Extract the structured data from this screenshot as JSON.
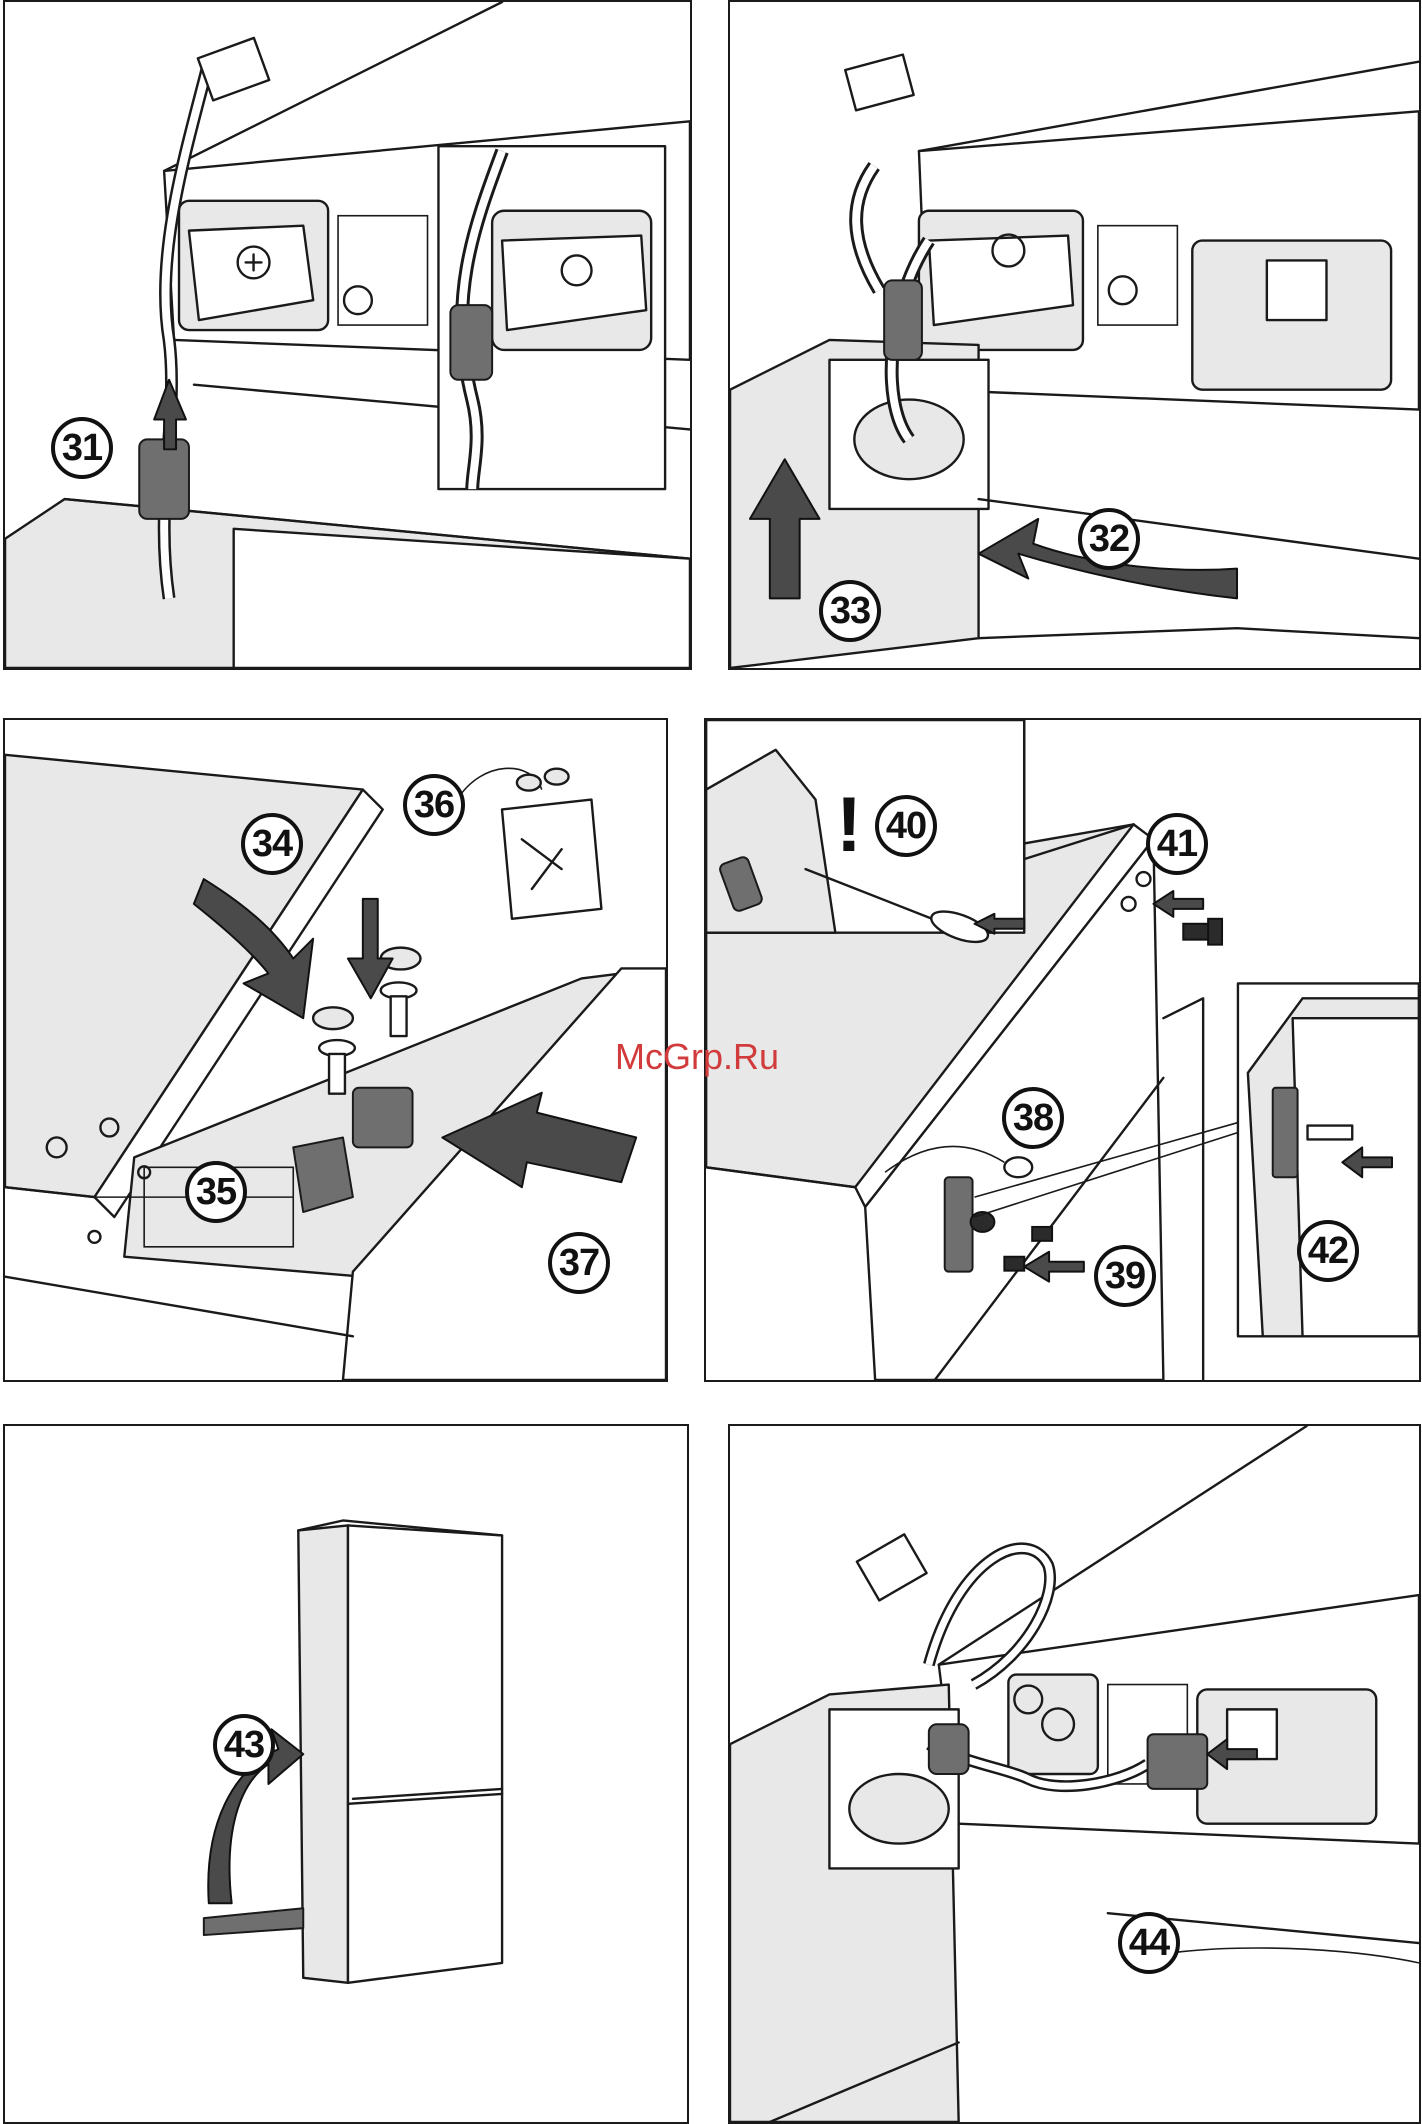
{
  "steps": {
    "s31": "31",
    "s32": "32",
    "s33": "33",
    "s34": "34",
    "s35": "35",
    "s36": "36",
    "s37": "37",
    "s38": "38",
    "s39": "39",
    "s40": "40",
    "s41": "41",
    "s42": "42",
    "s43": "43",
    "s44": "44"
  },
  "warning_mark": "!",
  "watermark": "McGrp.Ru",
  "colors": {
    "line": "#1a1a1a",
    "fill_light": "#e8e8e8",
    "fill_dark": "#6f6f6f",
    "watermark": "#d23b3b"
  }
}
